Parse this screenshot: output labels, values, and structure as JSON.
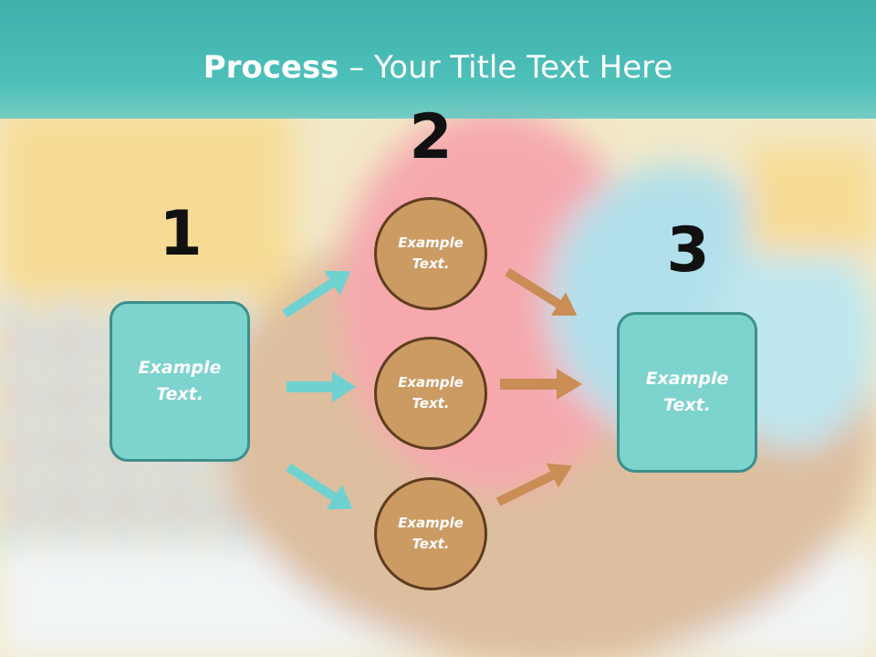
{
  "title": {
    "bold": "Process",
    "rest": " – Your Title Text Here"
  },
  "steps": [
    {
      "number": "1",
      "text": "Example\nText."
    },
    {
      "number": "2",
      "texts": [
        "Example\nText.",
        "Example\nText.",
        "Example\nText."
      ]
    },
    {
      "number": "3",
      "text": "Example\nText."
    }
  ],
  "colors": {
    "title_band": "#4ec0ba",
    "box_fill": "#7dd3cd",
    "box_border": "#3d8f8b",
    "circle_fill": "#cc9a63",
    "circle_border": "#5e3d1f",
    "arrow_teal": "#6fd2d0",
    "arrow_brown": "#c98d55"
  }
}
